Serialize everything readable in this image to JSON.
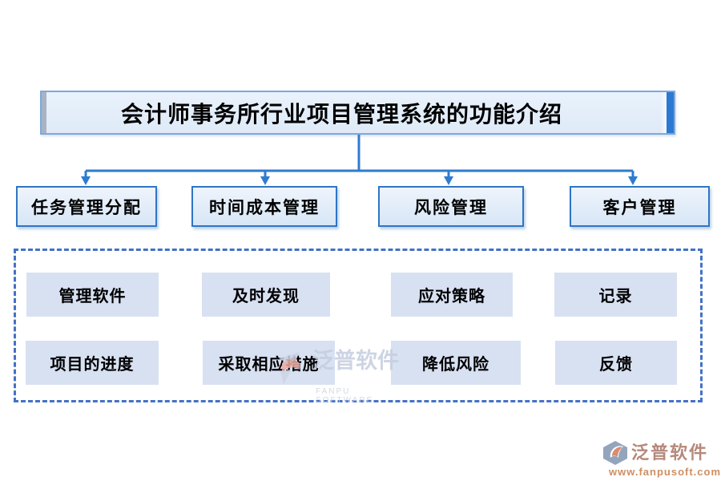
{
  "title": {
    "text": "会计师事务所行业项目管理系统的功能介绍"
  },
  "branches": [
    {
      "label": "任务管理分配"
    },
    {
      "label": "时间成本管理"
    },
    {
      "label": "风险管理"
    },
    {
      "label": "客户管理"
    }
  ],
  "detail_panel": {
    "rows": [
      [
        "管理软件",
        "及时发现",
        "应对策略",
        "记录"
      ],
      [
        "项目的进度",
        "采取相应措施",
        "降低风险",
        "反馈"
      ]
    ]
  },
  "watermark": {
    "name": "泛普软件",
    "name_en": "FANPU SOFTWARE"
  },
  "footer_logo": {
    "brand": "泛普软件",
    "url": "www.fanpusoft.com"
  },
  "colors": {
    "connector_blue": "#2f7bd0",
    "branch_border": "#2e75c6",
    "panel_dash": "#4472c4",
    "inner_box_bg": "#d8e1f2",
    "title_fill": "#e3eefa",
    "brand_salmon": "#b5897b",
    "url_orange": "#cf8f62"
  }
}
